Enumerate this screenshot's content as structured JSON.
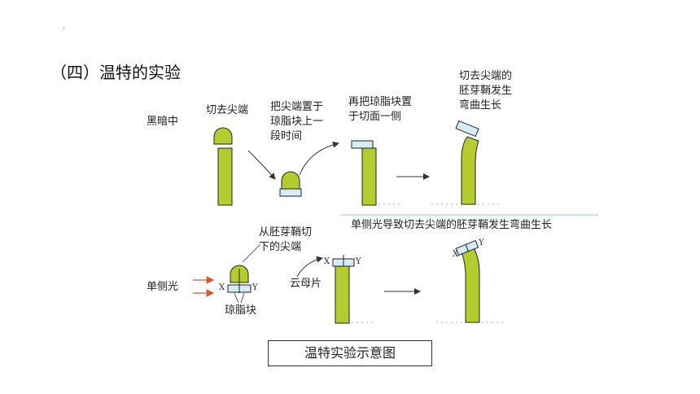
{
  "page": {
    "dot": ".",
    "title": "（四）温特的实验",
    "caption": "温特实验示意图"
  },
  "labels": {
    "dark": "黑暗中",
    "cut_tip": "切去尖端",
    "place_tip": "把尖端置于\n琼脂块上一\n段时间",
    "place_agar": "再把琼脂块置\n于切面一侧",
    "bend_result": "切去尖端的\n胚芽鞘发生\n弯曲生长",
    "unilateral_result": "单侧光导致切去尖端的胚芽鞘发生弯曲生长",
    "from_tip": "从胚芽鞘切\n下的尖端",
    "unilateral_light": "单侧光",
    "mica": "云母片",
    "agar_block": "琼脂块",
    "x": "X",
    "y": "Y"
  },
  "colors": {
    "stem_fill": "#b5cc2e",
    "stem_stroke": "#222222",
    "agar_fill": "#d7ecf7",
    "arrow_light": "#d9572b",
    "line": "#333333",
    "divider": "#8fc9d9",
    "dashed": "#9ab7c2"
  }
}
